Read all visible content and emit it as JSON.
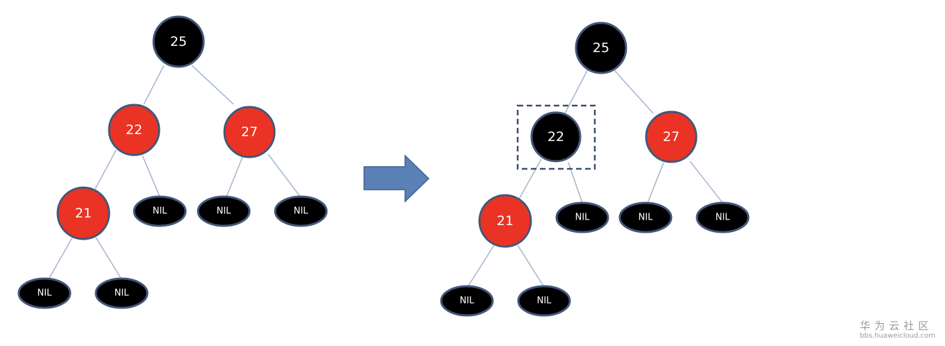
{
  "colors": {
    "black_node": "#000000",
    "red_node": "#ea3324",
    "node_border": "#42577a",
    "edge": "#a9b8cf",
    "arrow": "#5b80b6",
    "highlight": "#3d4f6e"
  },
  "trees": {
    "before": {
      "nodes": [
        {
          "label": "25",
          "color": "black"
        },
        {
          "label": "22",
          "color": "red"
        },
        {
          "label": "27",
          "color": "red"
        },
        {
          "label": "21",
          "color": "red"
        },
        {
          "label": "NIL",
          "color": "nil"
        },
        {
          "label": "NIL",
          "color": "nil"
        },
        {
          "label": "NIL",
          "color": "nil"
        },
        {
          "label": "NIL",
          "color": "nil"
        },
        {
          "label": "NIL",
          "color": "nil"
        }
      ]
    },
    "after": {
      "nodes": [
        {
          "label": "25",
          "color": "black"
        },
        {
          "label": "22",
          "color": "black"
        },
        {
          "label": "27",
          "color": "red"
        },
        {
          "label": "21",
          "color": "red"
        },
        {
          "label": "NIL",
          "color": "nil"
        },
        {
          "label": "NIL",
          "color": "nil"
        },
        {
          "label": "NIL",
          "color": "nil"
        },
        {
          "label": "NIL",
          "color": "nil"
        },
        {
          "label": "NIL",
          "color": "nil"
        }
      ]
    }
  },
  "watermark": {
    "title": "华为云社区",
    "url": "bbs.huaweicloud.com"
  }
}
